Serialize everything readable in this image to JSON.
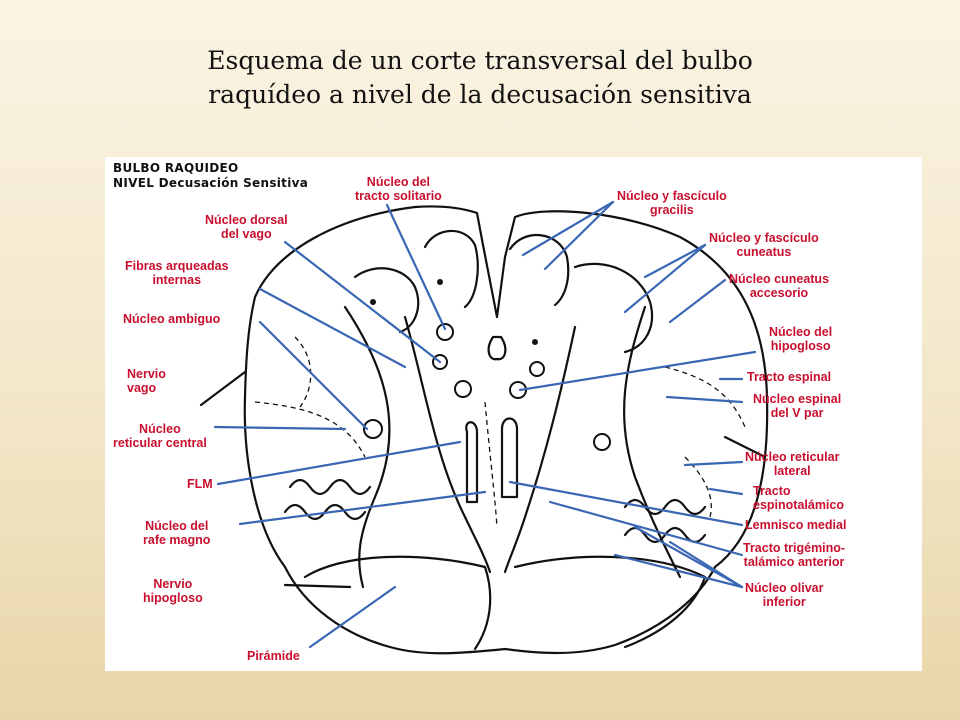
{
  "title": {
    "line1": "Esquema de un corte transversal del bulbo",
    "line2": "raquídeo a nivel de la decusación sensitiva"
  },
  "diagram": {
    "header": [
      "BULBO RAQUIDEO",
      "NIVEL Decusación Sensitiva"
    ],
    "label_color": "#c8102e",
    "leader_color": "#3a67b4",
    "labels": {
      "solitario": [
        "Núcleo del",
        "tracto solitario"
      ],
      "dorsal_vago": [
        "Núcleo dorsal",
        "del vago"
      ],
      "arqueadas": [
        "Fibras arqueadas",
        "internas"
      ],
      "ambiguo": [
        "Núcleo ambiguo"
      ],
      "nervio_vago": [
        "Nervio",
        "vago"
      ],
      "reticular_central": [
        "Núcleo",
        "reticular central"
      ],
      "flm": [
        "FLM"
      ],
      "rafe": [
        "Núcleo del",
        "rafe magno"
      ],
      "nervio_hipogloso": [
        "Nervio",
        "hipogloso"
      ],
      "piramide": [
        "Pirámide"
      ],
      "gracilis": [
        "Núcleo y fascículo",
        "gracilis"
      ],
      "cuneatus": [
        "Núcleo y fascículo",
        "cuneatus"
      ],
      "cuneatus_acc": [
        "Núcleo cuneatus",
        "accesorio"
      ],
      "hipogloso_nuc": [
        "Núcleo del",
        "hipogloso"
      ],
      "tracto_espinal": [
        "Tracto espinal"
      ],
      "espinal_v": [
        "Núcleo espinal",
        "del V par"
      ],
      "reticular_lateral": [
        "Núcleo reticular",
        "lateral"
      ],
      "espinotalamico": [
        "Tracto",
        "espinotalámico"
      ],
      "lemnisco": [
        "Lemnisco medial"
      ],
      "trigemino": [
        "Tracto trigémino-",
        "talámico anterior"
      ],
      "olivar": [
        "Núcleo olivar",
        "inferior"
      ]
    }
  }
}
